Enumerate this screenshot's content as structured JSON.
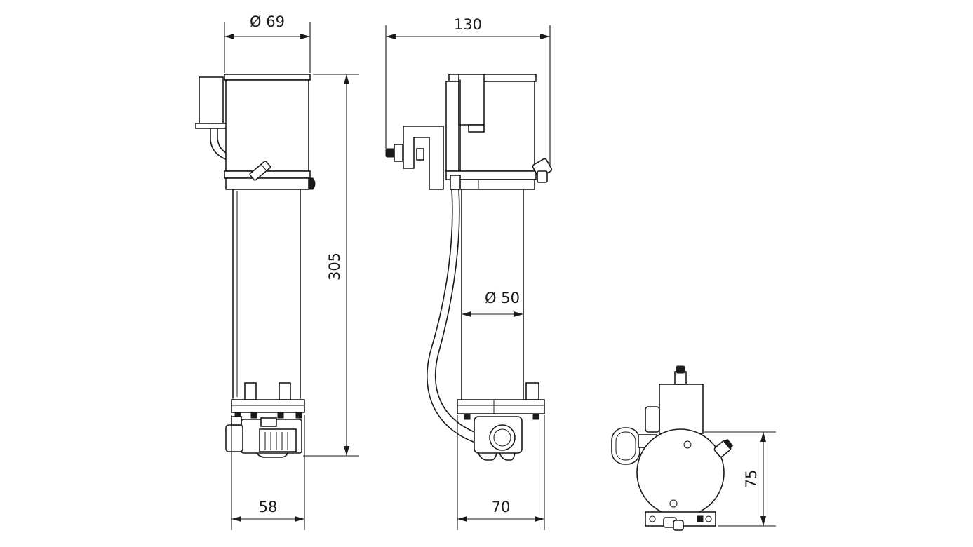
{
  "dimensions": {
    "top_diameter": "Ø 69",
    "depth": "130",
    "height": "305",
    "tube_diameter": "Ø 50",
    "base_width_front": "58",
    "base_width_side": "70",
    "base_height_top": "75"
  }
}
